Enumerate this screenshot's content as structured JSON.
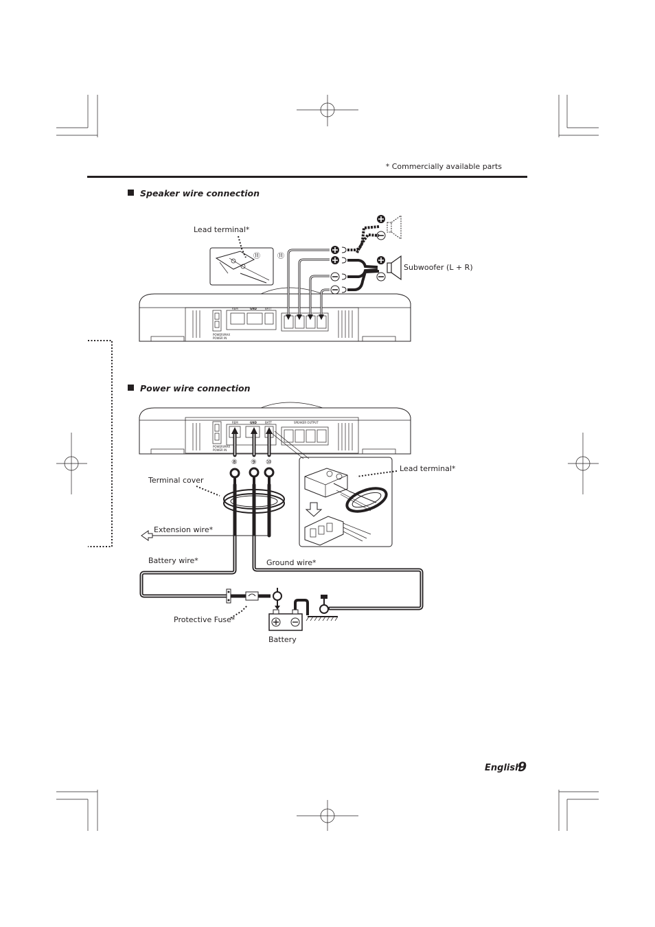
{
  "header_note": "* Commercially available parts",
  "sections": {
    "speaker": {
      "title": "Speaker wire connection",
      "lead_terminal": "Lead terminal*",
      "subwoofer": "Subwoofer (L + R)",
      "marker_a": "⑪",
      "marker_b": "⑪"
    },
    "power": {
      "title": "Power wire connection",
      "terminal_cover": "Terminal cover",
      "lead_terminal": "Lead terminal*",
      "extension_wire": "Extension wire*",
      "battery_wire": "Battery wire*",
      "ground_wire": "Ground wire*",
      "protective_fuse": "Protective Fuse*",
      "battery": "Battery",
      "marker_8": "⑧",
      "marker_9": "⑨",
      "marker_10": "⑩"
    }
  },
  "amp_panel": {
    "rem": "REM",
    "gnd": "GND",
    "batt": "BATT",
    "speaker_output": "SPEAKER OUTPUT",
    "power_ind": "POWER/MAX",
    "power_ind2": "POWER IN"
  },
  "footer": {
    "language": "English",
    "page_number": "9"
  }
}
